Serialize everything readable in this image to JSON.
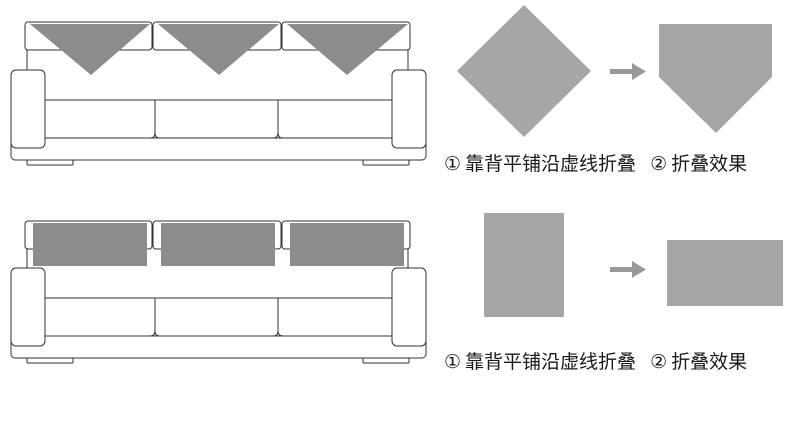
{
  "rows": [
    {
      "id": "triangle",
      "step1_marker": "①",
      "step1_label": "靠背平铺沿虚线折叠",
      "step2_marker": "②",
      "step2_label": "折叠效果"
    },
    {
      "id": "rectangle",
      "step1_marker": "①",
      "step1_label": "靠背平铺沿虚线折叠",
      "step2_marker": "②",
      "step2_label": "折叠效果"
    }
  ],
  "colors": {
    "cover_fill": "#8c8c8c",
    "shape_fill": "#a6a6a6",
    "arrow": "#999999",
    "sofa_stroke": "#333333",
    "sofa_fill": "#ffffff"
  }
}
